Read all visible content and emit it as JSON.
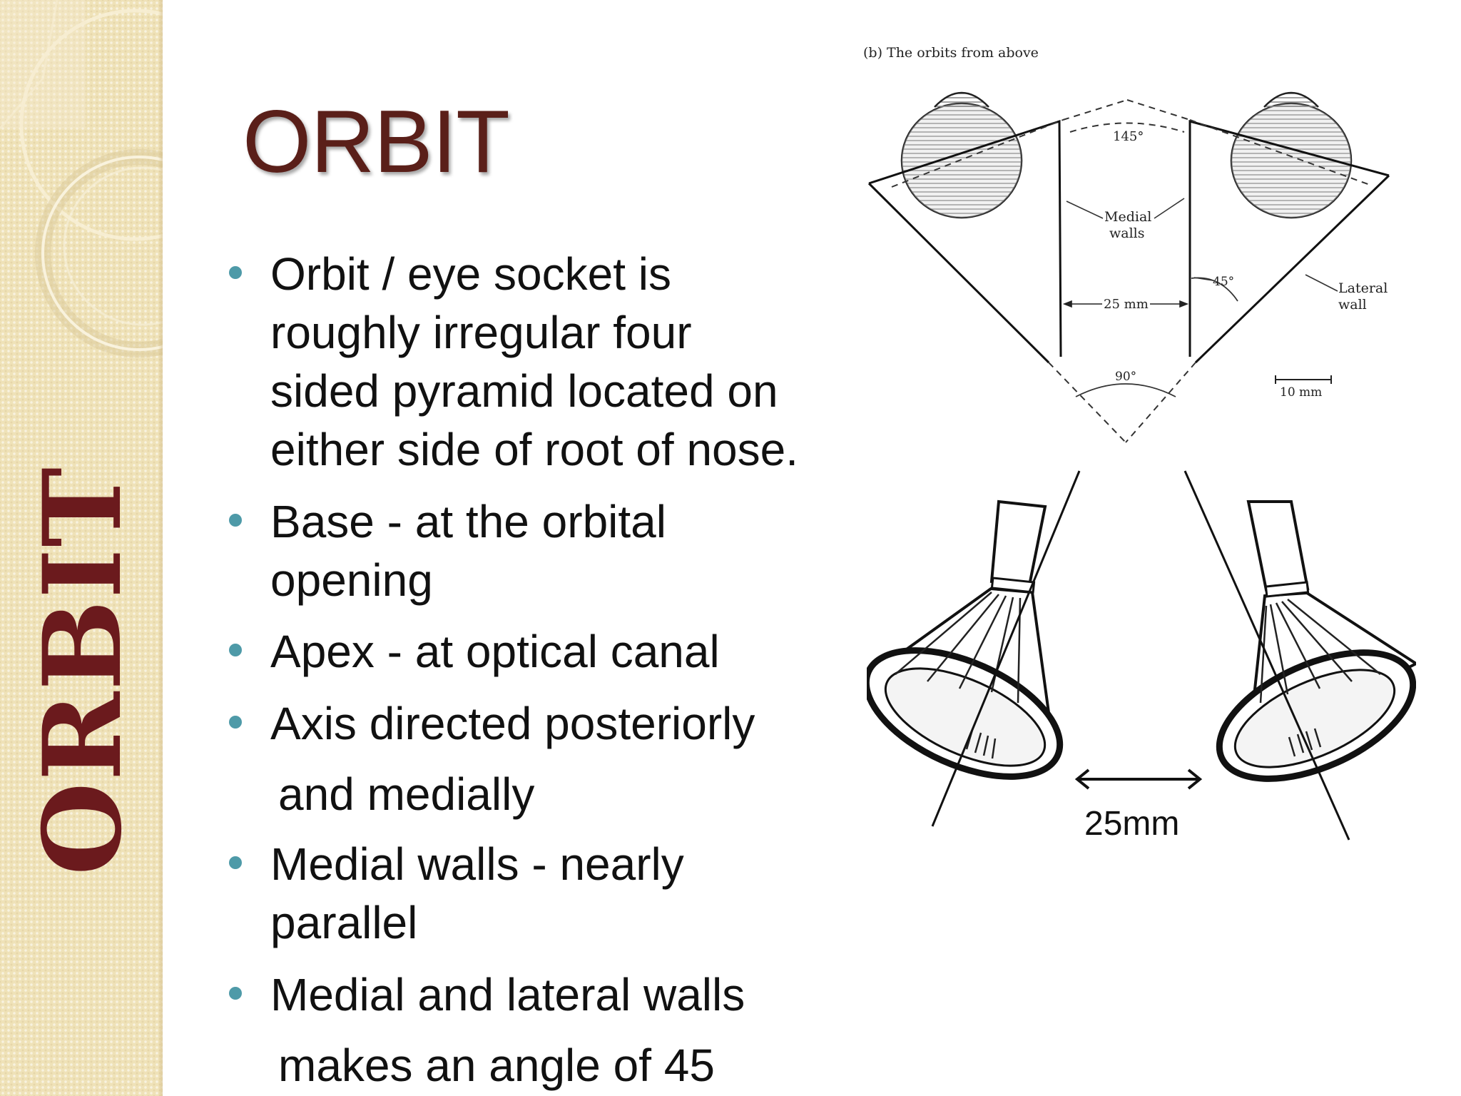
{
  "sidebar": {
    "vertical_title": "ORBIT"
  },
  "title": "ORBIT",
  "bullets": [
    "Orbit / eye socket is",
    "roughly irregular four",
    "sided pyramid located on",
    "either side of root of nose.",
    "Base - at the orbital",
    "opening",
    "Apex - at optical canal",
    "Axis directed posteriorly",
    "and medially",
    "Medial walls - nearly",
    "parallel",
    "Medial and lateral walls",
    "makes an angle of 45"
  ],
  "diagram": {
    "caption": "(b)  The orbits from above",
    "angle_top": "145°",
    "medial_walls_line1": "Medial",
    "medial_walls_line2": "walls",
    "distance": "25 mm",
    "angle_side": "45°",
    "lateral_wall_line1": "Lateral",
    "lateral_wall_line2": "wall",
    "angle_bottom": "90°",
    "scale": "10 mm"
  },
  "funnel_distance": "25mm",
  "colors": {
    "accent_title": "#5a1f19",
    "vertical_title": "#6b1a1d",
    "bullet": "#4e9aa8",
    "band": "#efe2b8"
  }
}
